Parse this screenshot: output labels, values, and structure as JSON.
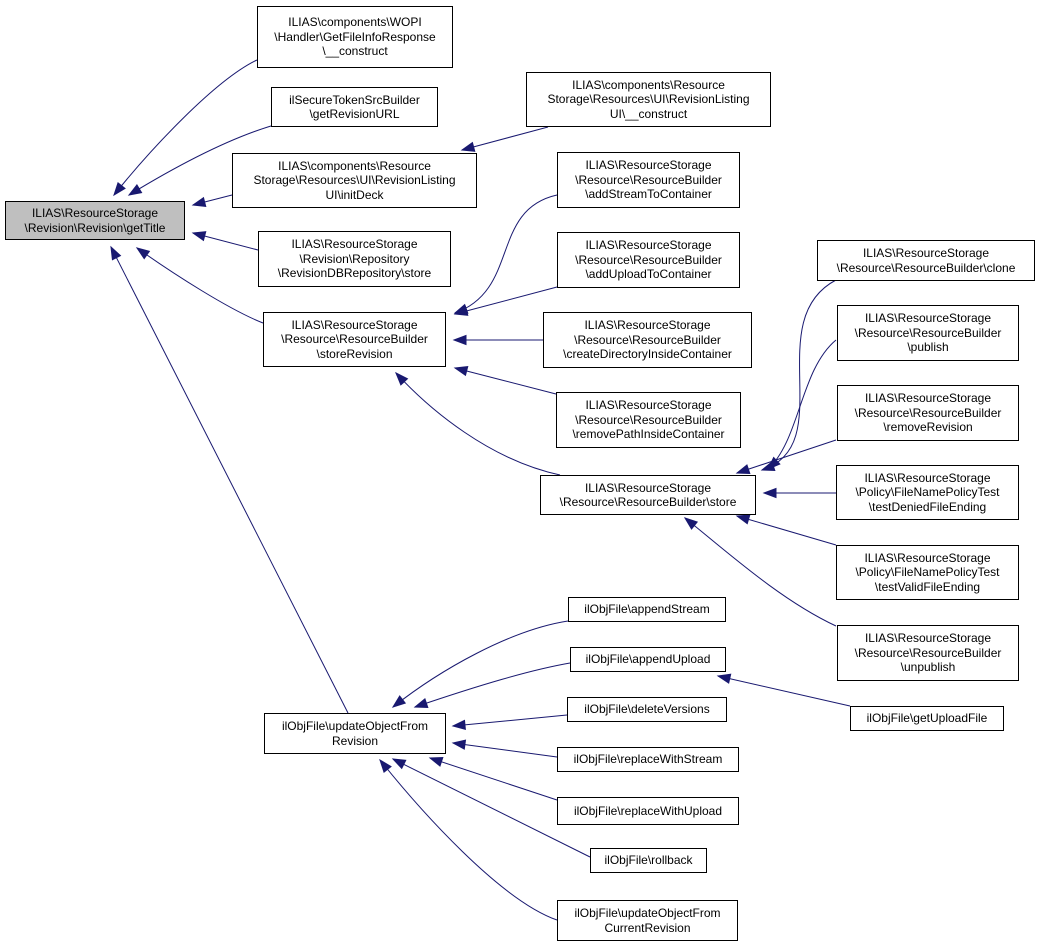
{
  "colors": {
    "edge": "#191970",
    "focus_fill": "#bfbfbf",
    "node_fill": "#ffffff",
    "border": "#000000"
  },
  "nodes": {
    "gettitle": [
      "ILIAS\\ResourceStorage",
      "\\Revision\\Revision\\getTitle"
    ],
    "wopi": [
      "ILIAS\\components\\WOPI",
      "\\Handler\\GetFileInfoResponse",
      "\\__construct"
    ],
    "securetoken": [
      "ilSecureTokenSrcBuilder",
      "\\getRevisionURL"
    ],
    "initdeck": [
      "ILIAS\\components\\Resource",
      "Storage\\Resources\\UI\\RevisionListing",
      "UI\\initDeck"
    ],
    "revlisting_construct": [
      "ILIAS\\components\\Resource",
      "Storage\\Resources\\UI\\RevisionListing",
      "UI\\__construct"
    ],
    "revrepo_store": [
      "ILIAS\\ResourceStorage",
      "\\Revision\\Repository",
      "\\RevisionDBRepository\\store"
    ],
    "storerevision": [
      "ILIAS\\ResourceStorage",
      "\\Resource\\ResourceBuilder",
      "\\storeRevision"
    ],
    "addstream": [
      "ILIAS\\ResourceStorage",
      "\\Resource\\ResourceBuilder",
      "\\addStreamToContainer"
    ],
    "addupload": [
      "ILIAS\\ResourceStorage",
      "\\Resource\\ResourceBuilder",
      "\\addUploadToContainer"
    ],
    "createdir": [
      "ILIAS\\ResourceStorage",
      "\\Resource\\ResourceBuilder",
      "\\createDirectoryInsideContainer"
    ],
    "removepath": [
      "ILIAS\\ResourceStorage",
      "\\Resource\\ResourceBuilder",
      "\\removePathInsideContainer"
    ],
    "store": [
      "ILIAS\\ResourceStorage",
      "\\Resource\\ResourceBuilder\\store"
    ],
    "clone": [
      "ILIAS\\ResourceStorage",
      "\\Resource\\ResourceBuilder\\clone"
    ],
    "publish": [
      "ILIAS\\ResourceStorage",
      "\\Resource\\ResourceBuilder",
      "\\publish"
    ],
    "removerevision": [
      "ILIAS\\ResourceStorage",
      "\\Resource\\ResourceBuilder",
      "\\removeRevision"
    ],
    "denied": [
      "ILIAS\\ResourceStorage",
      "\\Policy\\FileNamePolicyTest",
      "\\testDeniedFileEnding"
    ],
    "valid": [
      "ILIAS\\ResourceStorage",
      "\\Policy\\FileNamePolicyTest",
      "\\testValidFileEnding"
    ],
    "unpublish": [
      "ILIAS\\ResourceStorage",
      "\\Resource\\ResourceBuilder",
      "\\unpublish"
    ],
    "updatefromrev": [
      "ilObjFile\\updateObjectFrom",
      "Revision"
    ],
    "appendstream": [
      "ilObjFile\\appendStream"
    ],
    "appendupload": [
      "ilObjFile\\appendUpload"
    ],
    "getuploadfile": [
      "ilObjFile\\getUploadFile"
    ],
    "deleteversions": [
      "ilObjFile\\deleteVersions"
    ],
    "replacestream": [
      "ilObjFile\\replaceWithStream"
    ],
    "replaceupload": [
      "ilObjFile\\replaceWithUpload"
    ],
    "rollback": [
      "ilObjFile\\rollback"
    ],
    "updatefromcurrent": [
      "ilObjFile\\updateObjectFrom",
      "CurrentRevision"
    ]
  },
  "edges": [
    [
      "wopi",
      "gettitle"
    ],
    [
      "securetoken",
      "gettitle"
    ],
    [
      "initdeck",
      "gettitle"
    ],
    [
      "revrepo_store",
      "gettitle"
    ],
    [
      "storerevision",
      "gettitle"
    ],
    [
      "updatefromrev",
      "gettitle"
    ],
    [
      "revlisting_construct",
      "initdeck"
    ],
    [
      "addstream",
      "storerevision"
    ],
    [
      "addupload",
      "storerevision"
    ],
    [
      "createdir",
      "storerevision"
    ],
    [
      "removepath",
      "storerevision"
    ],
    [
      "store",
      "storerevision"
    ],
    [
      "clone",
      "store"
    ],
    [
      "publish",
      "store"
    ],
    [
      "removerevision",
      "store"
    ],
    [
      "denied",
      "store"
    ],
    [
      "valid",
      "store"
    ],
    [
      "unpublish",
      "store"
    ],
    [
      "appendstream",
      "updatefromrev"
    ],
    [
      "appendupload",
      "updatefromrev"
    ],
    [
      "deleteversions",
      "updatefromrev"
    ],
    [
      "replacestream",
      "updatefromrev"
    ],
    [
      "replaceupload",
      "updatefromrev"
    ],
    [
      "rollback",
      "updatefromrev"
    ],
    [
      "updatefromcurrent",
      "updatefromrev"
    ],
    [
      "getuploadfile",
      "appendupload"
    ]
  ]
}
